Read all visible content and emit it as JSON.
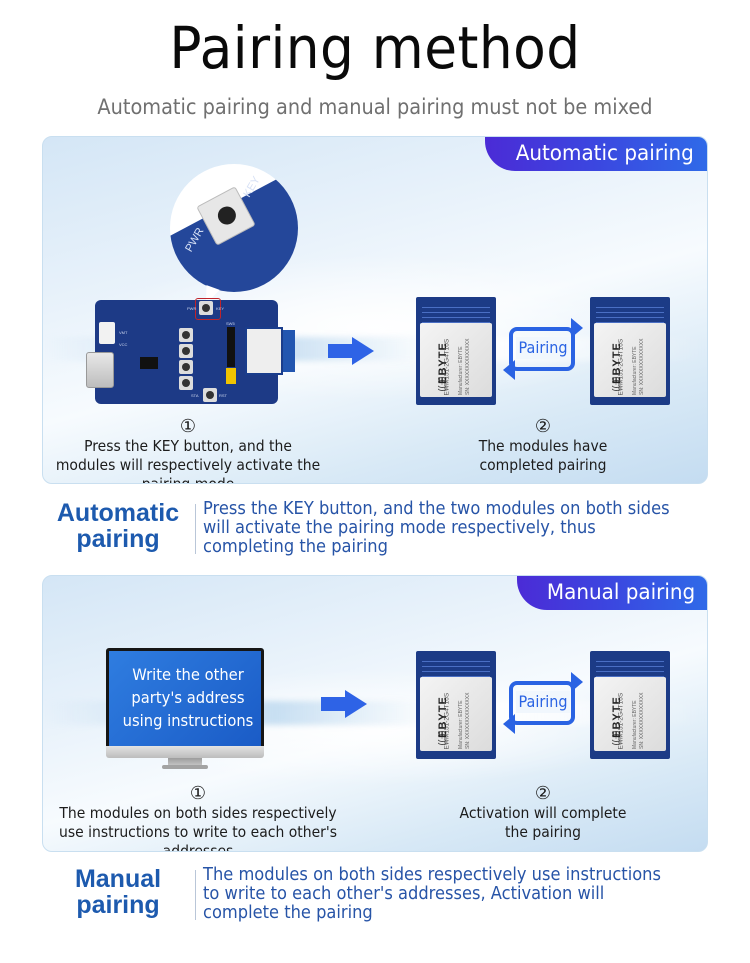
{
  "header": {
    "title": "Pairing method",
    "subtitle": "Automatic pairing and manual pairing must not be mixed"
  },
  "automatic": {
    "badge": "Automatic pairing",
    "board_labels": {
      "key": "KEY",
      "pwr": "PWR",
      "sta": "STA",
      "rst": "RST",
      "sw": "SW5",
      "vmt": "VMT",
      "vcc": "VCC"
    },
    "steps": [
      {
        "num": "①",
        "text": "Press the KEY button, and the modules will respectively activate the pairing mode"
      },
      {
        "num": "②",
        "text": "The modules have completed pairing"
      }
    ],
    "pairing_label": "Pairing",
    "summary": {
      "heading": "Automatic pairing",
      "description": "Press the KEY button, and the two modules on both sides will activate the pairing mode respectively, thus completing the pairing"
    }
  },
  "manual": {
    "badge": "Manual pairing",
    "monitor_text": "Write the other party's address using instructions",
    "steps": [
      {
        "num": "①",
        "text": "The modules on both sides respectively use instructions to write to each other's addresses"
      },
      {
        "num": "②",
        "text": "Activation will complete the pairing"
      }
    ],
    "pairing_label": "Pairing",
    "summary": {
      "heading": "Manual pairing",
      "description": "The modules on both sides respectively use instructions to write to each other's addresses,  Activation will complete the pairing"
    }
  },
  "module": {
    "brand": "EBYTE",
    "wifi_icon": "((·))",
    "model": "EWM151-2G4T10S",
    "manufacturer": "Manufacturer: EBYTE",
    "serial": "SN: XXXXXXXXXXXXXX"
  },
  "colors": {
    "accent_blue": "#2e63e6",
    "heading_blue": "#1d5aae",
    "badge_gradient_start": "#4b2bd6",
    "badge_gradient_end": "#2f6ae8",
    "pcb_blue": "#1d3a86"
  }
}
